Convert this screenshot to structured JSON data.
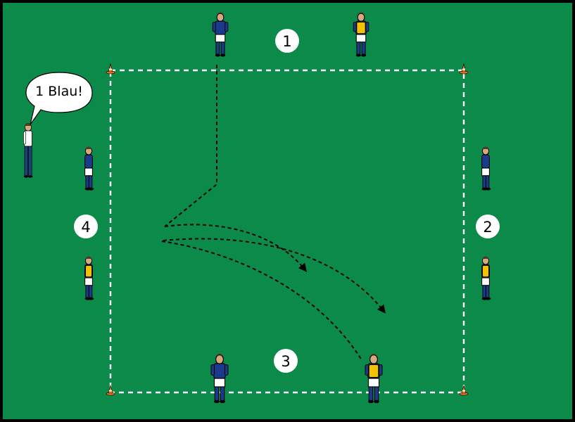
{
  "colors": {
    "field": "#0c8a4a",
    "team_blue": "#1a3a8c",
    "bib_yellow": "#f2c200",
    "shorts": "#ffffff",
    "coach_shirt": "#ffffff",
    "coach_pants": "#1f3f7a",
    "cone_orange": "#f07a1e",
    "boundary": "#ffffff",
    "path": "#000000"
  },
  "diagram": {
    "stations": [
      {
        "label": "1"
      },
      {
        "label": "2"
      },
      {
        "label": "3"
      },
      {
        "label": "4"
      }
    ],
    "coach_call": "1 Blau!",
    "teams": [
      "blue",
      "yellow"
    ]
  }
}
